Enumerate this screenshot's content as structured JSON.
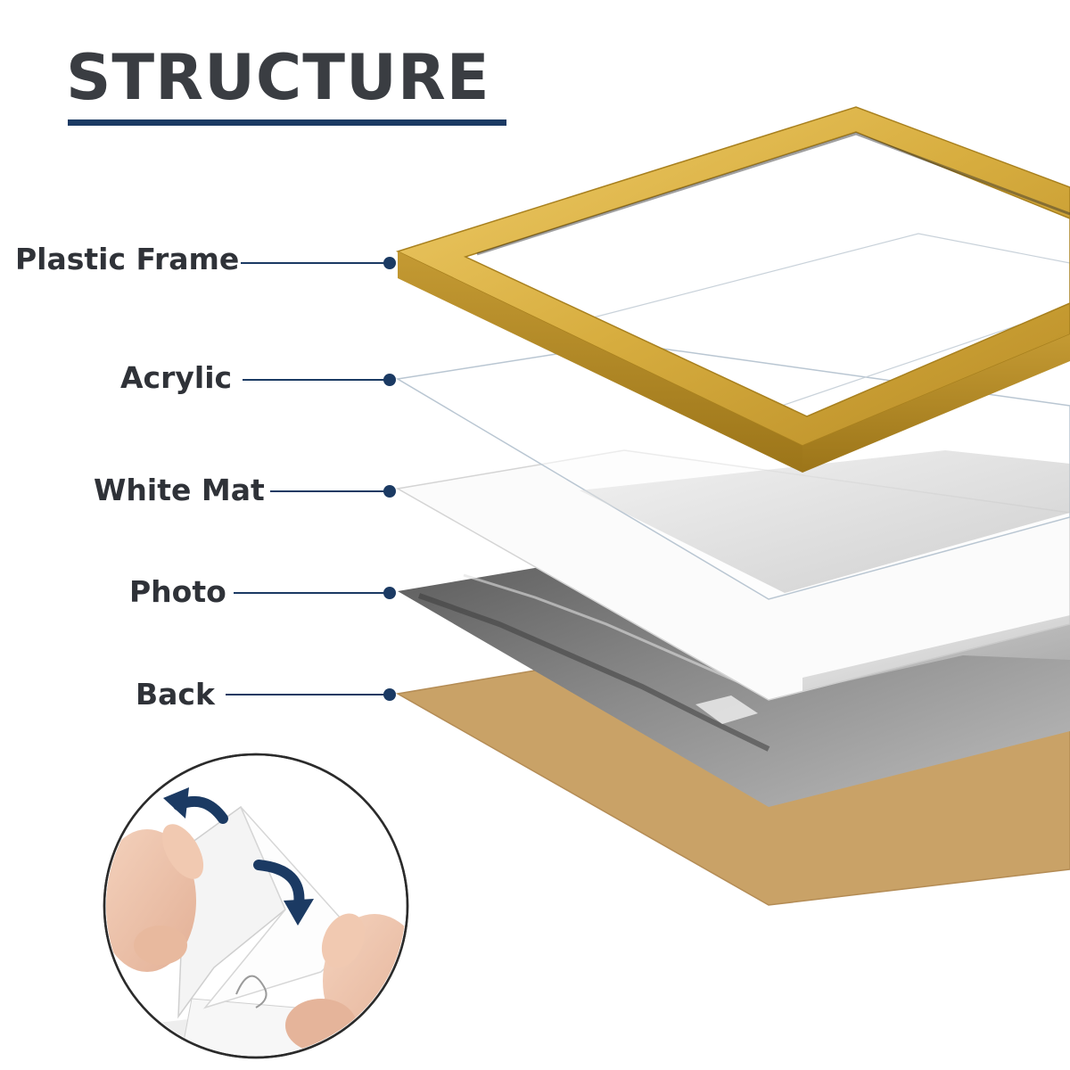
{
  "title": "STRUCTURE",
  "layers": [
    {
      "label": "Plastic Frame"
    },
    {
      "label": "Acrylic"
    },
    {
      "label": "White Mat"
    },
    {
      "label": "Photo"
    },
    {
      "label": "Back"
    }
  ],
  "colors": {
    "title": "#3a3d42",
    "underline": "#1b3a63",
    "leader": "#1b3a63",
    "frame_gold": "#d7ad3f",
    "backboard": "#c9a267",
    "arrow": "#1b3a63"
  },
  "icons": [
    "curved-arrow-up-left-icon",
    "curved-arrow-down-right-icon"
  ]
}
